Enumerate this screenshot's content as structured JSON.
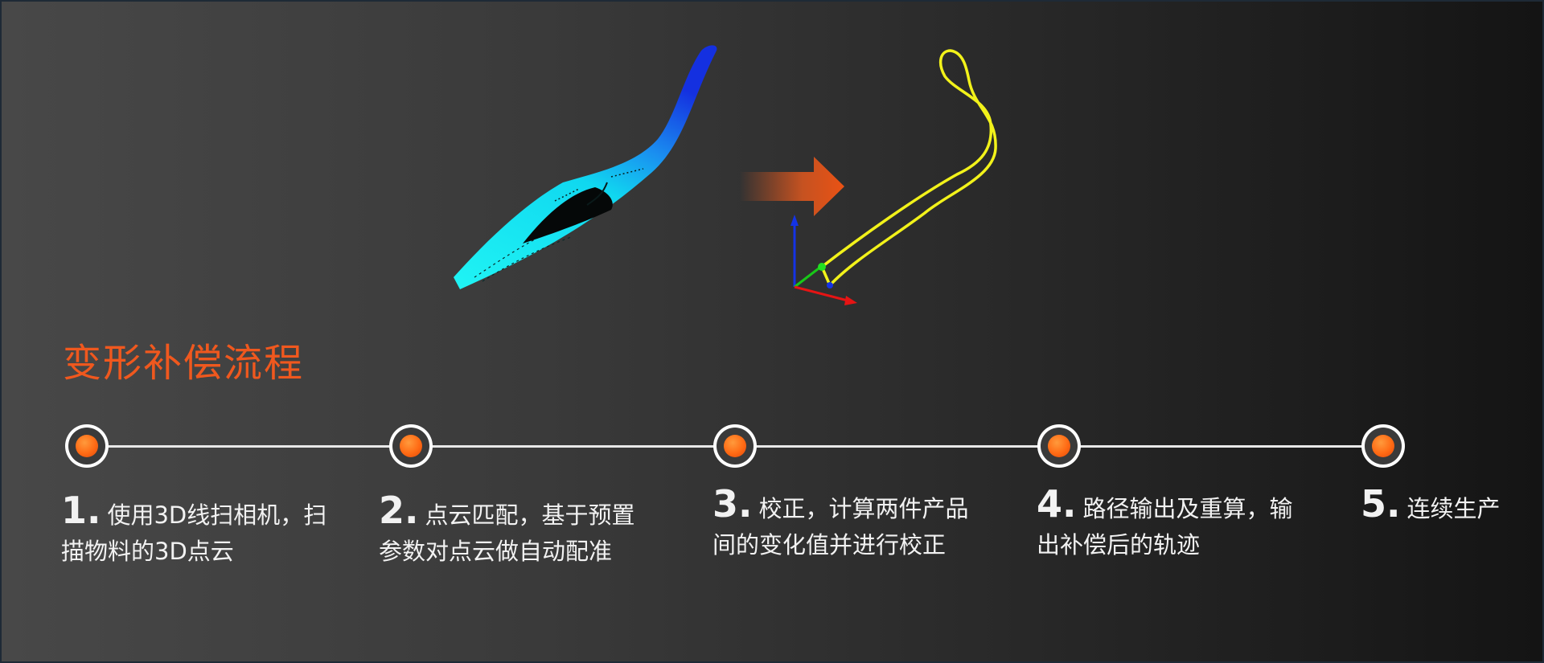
{
  "section_title": "变形补偿流程",
  "steps": [
    {
      "num": "1.",
      "text": "使用3D线扫相机，扫描物料的3D点云"
    },
    {
      "num": "2.",
      "text": "点云匹配，基于预置参数对点云做自动配准"
    },
    {
      "num": "3.",
      "text": "校正，计算两件产品间的变化值并进行校正"
    },
    {
      "num": "4.",
      "text": "路径输出及重算，输出补偿后的轨迹"
    },
    {
      "num": "5.",
      "text": "连续生产"
    }
  ],
  "colors": {
    "accent": "#f0581e",
    "node_dot": "#ff6a14",
    "point_cloud": "#1ff0f0",
    "path": "#f0f000"
  },
  "icons": [
    "point-cloud-image",
    "right-arrow-icon",
    "trajectory-path-image",
    "timeline-node-icon"
  ]
}
